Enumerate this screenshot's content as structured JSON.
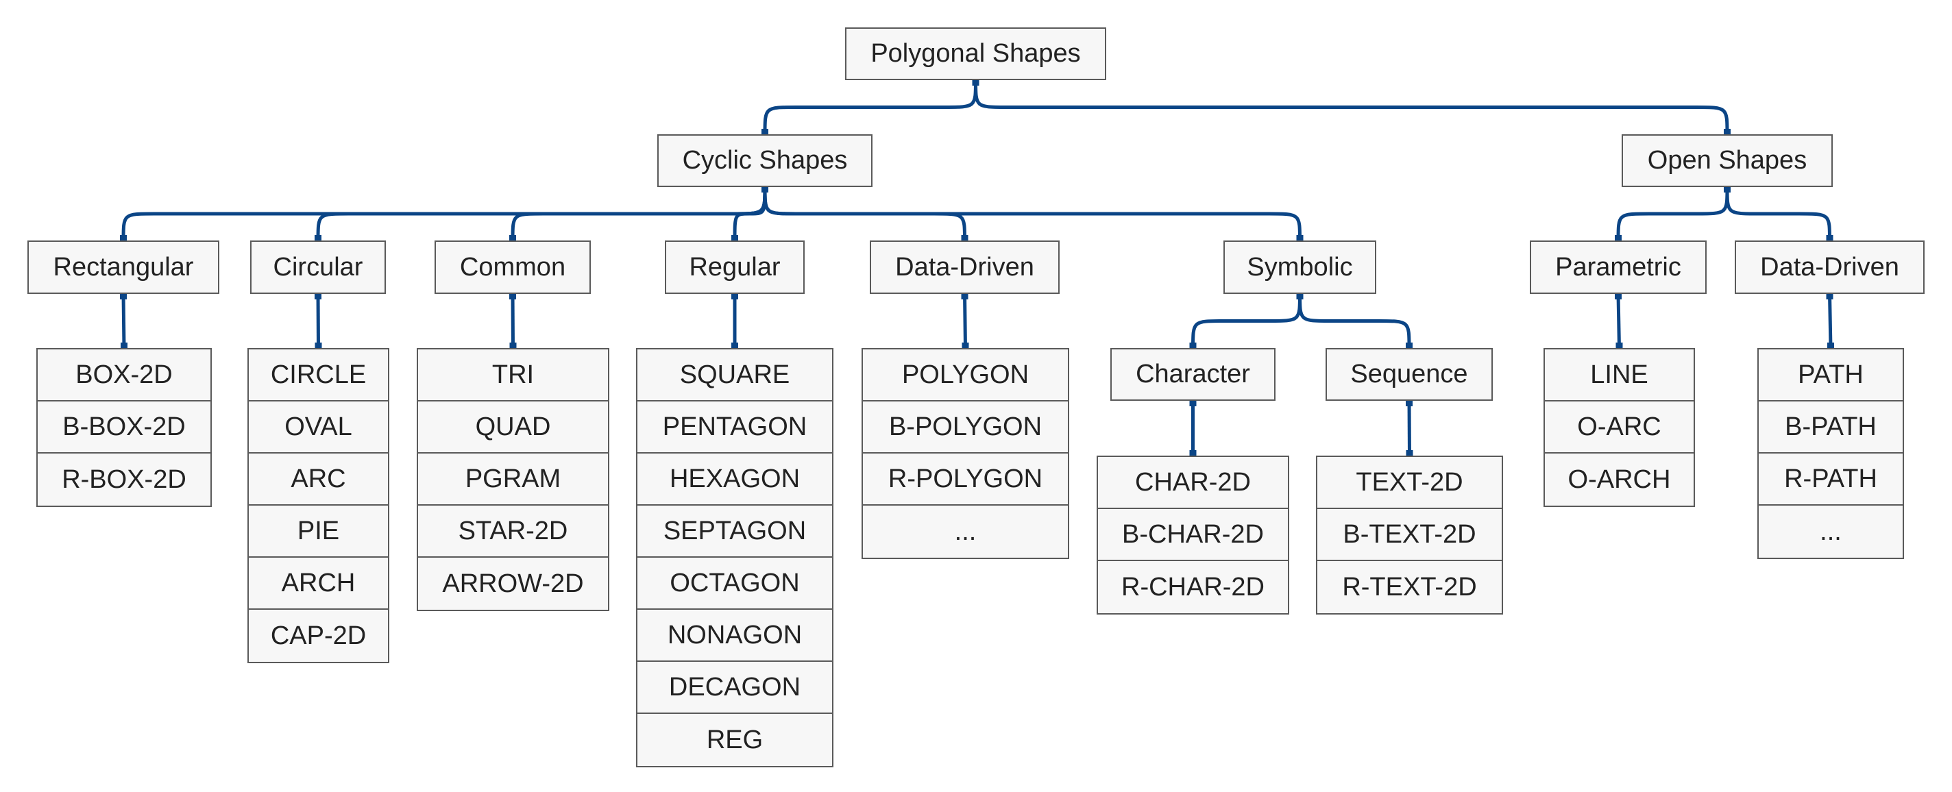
{
  "diagram": {
    "connector_color": "#0b4586",
    "box_fill": "#f7f7f7",
    "box_border": "#5a5a5a",
    "root": "Polygonal Shapes",
    "nodes": {
      "root": "Polygonal Shapes",
      "cyclic": "Cyclic Shapes",
      "open": "Open Shapes",
      "rectangular": "Rectangular",
      "circular": "Circular",
      "common": "Common",
      "regular": "Regular",
      "data_driven_cyclic": "Data-Driven",
      "symbolic": "Symbolic",
      "parametric": "Parametric",
      "data_driven_open": "Data-Driven",
      "character": "Character",
      "sequence": "Sequence"
    },
    "lists": {
      "rectangular": [
        "BOX-2D",
        "B-BOX-2D",
        "R-BOX-2D"
      ],
      "circular": [
        "CIRCLE",
        "OVAL",
        "ARC",
        "PIE",
        "ARCH",
        "CAP-2D"
      ],
      "common": [
        "TRI",
        "QUAD",
        "PGRAM",
        "STAR-2D",
        "ARROW-2D"
      ],
      "regular": [
        "SQUARE",
        "PENTAGON",
        "HEXAGON",
        "SEPTAGON",
        "OCTAGON",
        "NONAGON",
        "DECAGON",
        "REG"
      ],
      "data_driven_cyclic": [
        "POLYGON",
        "B-POLYGON",
        "R-POLYGON",
        "..."
      ],
      "character": [
        "CHAR-2D",
        "B-CHAR-2D",
        "R-CHAR-2D"
      ],
      "sequence": [
        "TEXT-2D",
        "B-TEXT-2D",
        "R-TEXT-2D"
      ],
      "parametric": [
        "LINE",
        "O-ARC",
        "O-ARCH"
      ],
      "data_driven_open": [
        "PATH",
        "B-PATH",
        "R-PATH",
        "..."
      ]
    },
    "edges": [
      [
        "root",
        "cyclic"
      ],
      [
        "root",
        "open"
      ],
      [
        "cyclic",
        "rectangular"
      ],
      [
        "cyclic",
        "circular"
      ],
      [
        "cyclic",
        "common"
      ],
      [
        "cyclic",
        "regular"
      ],
      [
        "cyclic",
        "data_driven_cyclic"
      ],
      [
        "cyclic",
        "symbolic"
      ],
      [
        "open",
        "parametric"
      ],
      [
        "open",
        "data_driven_open"
      ],
      [
        "symbolic",
        "character"
      ],
      [
        "symbolic",
        "sequence"
      ],
      [
        "rectangular",
        "list:rectangular"
      ],
      [
        "circular",
        "list:circular"
      ],
      [
        "common",
        "list:common"
      ],
      [
        "regular",
        "list:regular"
      ],
      [
        "data_driven_cyclic",
        "list:data_driven_cyclic"
      ],
      [
        "character",
        "list:character"
      ],
      [
        "sequence",
        "list:sequence"
      ],
      [
        "parametric",
        "list:parametric"
      ],
      [
        "data_driven_open",
        "list:data_driven_open"
      ]
    ]
  }
}
